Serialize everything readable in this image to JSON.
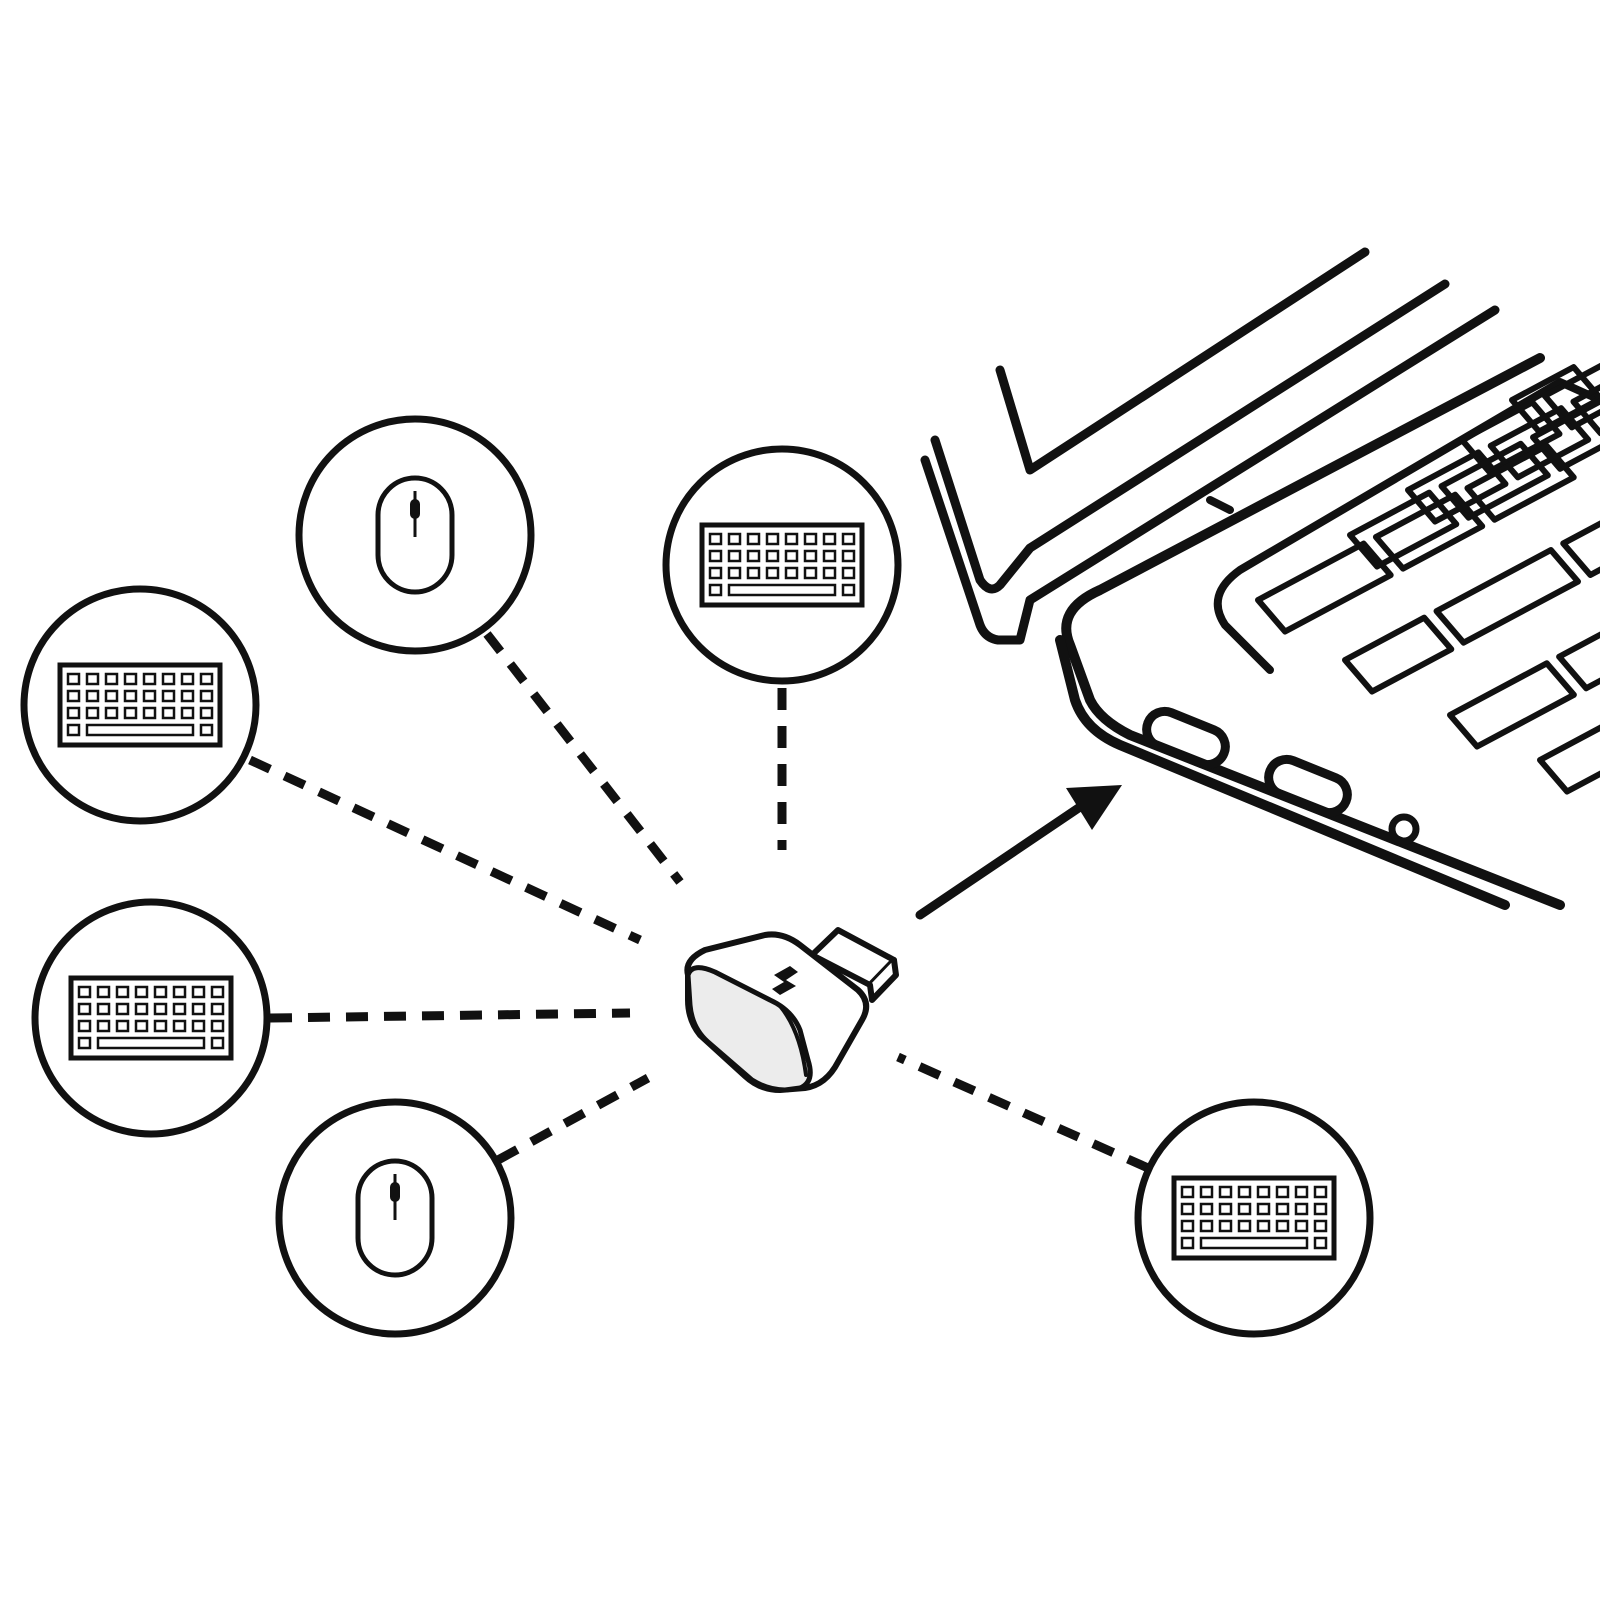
{
  "colors": {
    "ink": "#111111",
    "background": "#ffffff",
    "receiver_shade": "#e9e9e9"
  },
  "devices": [
    {
      "kind": "mouse",
      "icon": "mouse-icon"
    },
    {
      "kind": "keyboard",
      "icon": "keyboard-icon"
    },
    {
      "kind": "keyboard",
      "icon": "keyboard-icon"
    },
    {
      "kind": "keyboard",
      "icon": "keyboard-icon"
    },
    {
      "kind": "mouse",
      "icon": "mouse-icon"
    },
    {
      "kind": "keyboard",
      "icon": "keyboard-icon"
    }
  ],
  "hub": {
    "icon": "usb-receiver-icon",
    "logo": "logi-bolt-icon"
  },
  "target": {
    "icon": "laptop-icon"
  },
  "connector": {
    "icon": "arrow-icon",
    "style": "dashed"
  }
}
